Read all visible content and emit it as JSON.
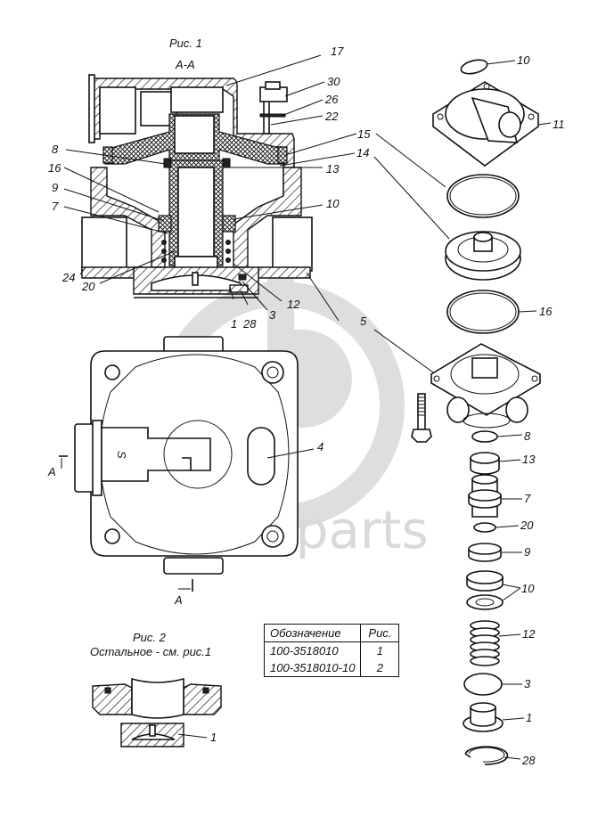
{
  "figure": {
    "fig1_title": "Рис. 1",
    "fig1_section": "А-А",
    "fig2_title": "Рис. 2",
    "fig2_note": "Остальное - см. рис.1",
    "section_marker": "А",
    "body_stamp": "S"
  },
  "watermark": {
    "text": "data-parts",
    "color": "#d9d9d9"
  },
  "callouts": {
    "fig1": [
      "17",
      "30",
      "26",
      "22",
      "15",
      "14",
      "13",
      "10",
      "8",
      "16",
      "9",
      "7",
      "24",
      "20",
      "1",
      "28",
      "3",
      "12",
      "5",
      "4"
    ],
    "exploded": [
      "10",
      "11",
      "15",
      "14",
      "16",
      "5",
      "8",
      "13",
      "7",
      "20",
      "9",
      "10",
      "12",
      "3",
      "1",
      "28"
    ],
    "fig2": [
      "1"
    ]
  },
  "labels": {
    "c17": "17",
    "c30": "30",
    "c26": "26",
    "c22": "22",
    "c15": "15",
    "c14": "14",
    "c13": "13",
    "c10": "10",
    "c8": "8",
    "c16": "16",
    "c9": "9",
    "c7": "7",
    "c24": "24",
    "c20": "20",
    "c1": "1",
    "c28": "28",
    "c3": "3",
    "c12": "12",
    "c5": "5",
    "c4": "4",
    "e10a": "10",
    "e11": "11",
    "e16": "16",
    "e8": "8",
    "e13": "13",
    "e7": "7",
    "e20": "20",
    "e9": "9",
    "e10b": "10",
    "e12": "12",
    "e3": "3",
    "e1": "1",
    "e28": "28",
    "f2_1": "1"
  },
  "spec_table": {
    "headers": [
      "Обозначение",
      "Рис."
    ],
    "rows": [
      [
        "100-3518010",
        "1"
      ],
      [
        "100-3518010-10",
        "2"
      ]
    ]
  }
}
